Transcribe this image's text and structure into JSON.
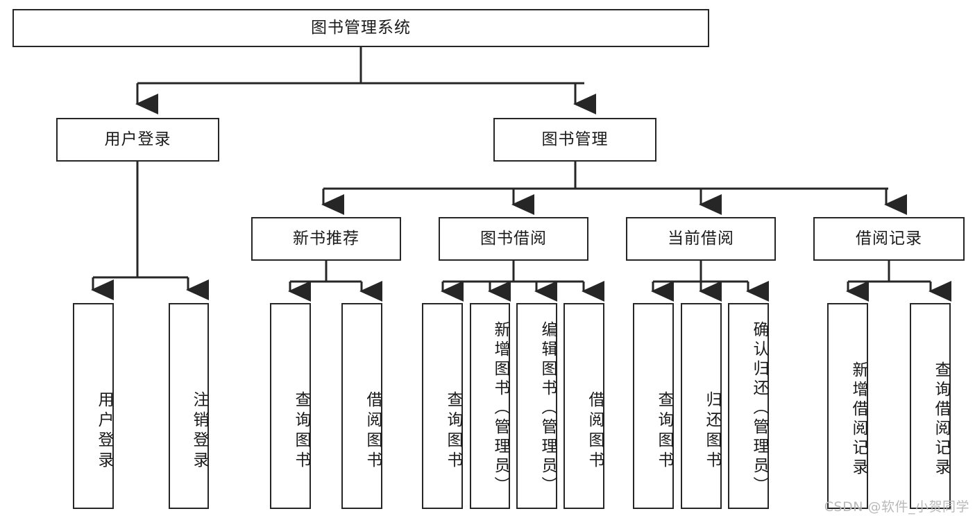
{
  "diagram": {
    "title": "图书管理系统",
    "watermark": "CSDN @软件_小贺同学",
    "colors": {
      "stroke": "#262626",
      "fill": "#ffffff",
      "text": "#1a1a1a",
      "watermark": "#b9b9b9"
    },
    "root": {
      "label": "图书管理系统"
    },
    "level1": [
      {
        "label": "用户登录"
      },
      {
        "label": "图书管理"
      }
    ],
    "level2": [
      {
        "label": "新书推荐"
      },
      {
        "label": "图书借阅"
      },
      {
        "label": "当前借阅"
      },
      {
        "label": "借阅记录"
      }
    ],
    "leaves": {
      "user_login": [
        {
          "label": "用户登录"
        },
        {
          "label": "注销登录"
        }
      ],
      "new_book": [
        {
          "label": "查询图书"
        },
        {
          "label": "借阅图书"
        }
      ],
      "book_borrow": [
        {
          "label": "查询图书"
        },
        {
          "label": "新增图书（管理员）"
        },
        {
          "label": "编辑图书（管理员）"
        },
        {
          "label": "借阅图书"
        }
      ],
      "current_borrow": [
        {
          "label": "查询图书"
        },
        {
          "label": "归还图书"
        },
        {
          "label": "确认归还（管理员）"
        }
      ],
      "borrow_record": [
        {
          "label": "新增借阅记录"
        },
        {
          "label": "查询借阅记录"
        }
      ]
    }
  }
}
